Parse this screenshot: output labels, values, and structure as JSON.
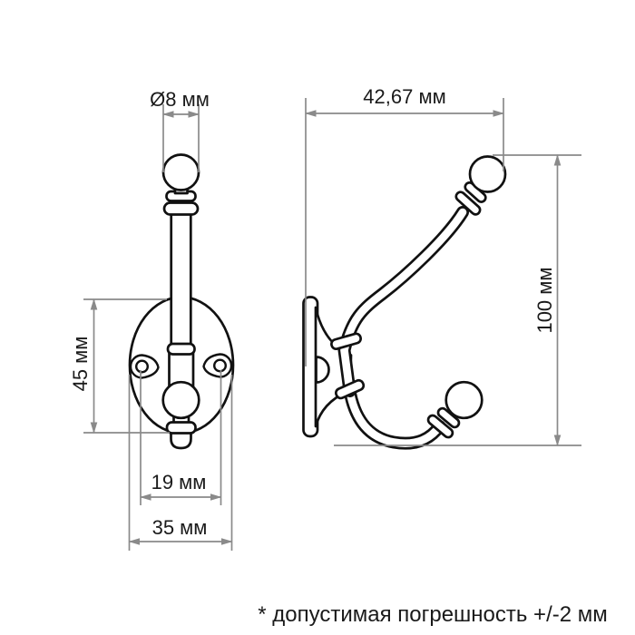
{
  "drawing": {
    "dimensions": {
      "ball_diameter": "Ø8 мм",
      "depth": "42,67 мм",
      "overall_height": "100 мм",
      "plate_height": "45 мм",
      "hole_spacing": "19 мм",
      "plate_width": "35 мм"
    },
    "footnote": "* допустимая погрешность +/-2 мм",
    "colors": {
      "outline": "#111111",
      "dimension": "#8a8a8a",
      "text": "#1a1a1a",
      "background": "#ffffff"
    }
  }
}
